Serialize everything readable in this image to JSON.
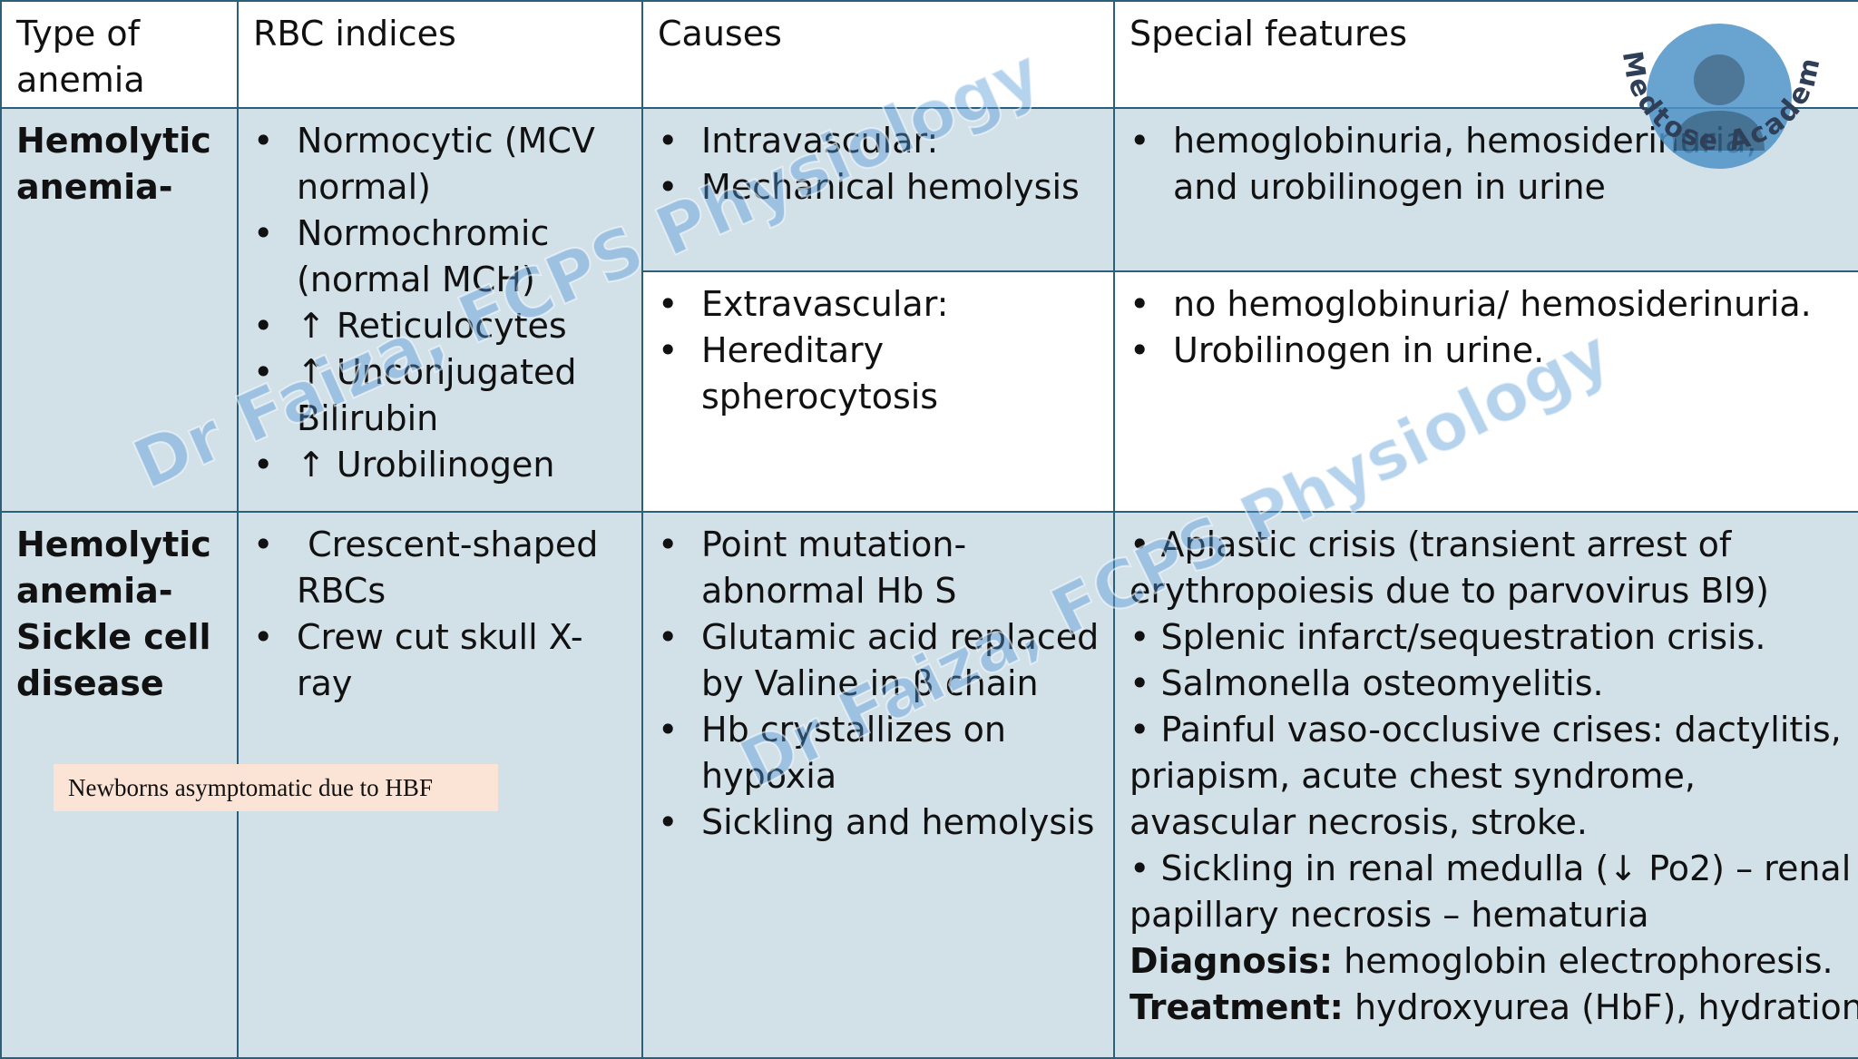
{
  "headers": [
    "Type of anemia",
    "RBC indices",
    "Causes",
    "Special features"
  ],
  "rows": {
    "hemolytic": {
      "type": "Hemolytic anemia-",
      "rbc_indices": [
        "Normocytic (MCV normal)",
        "Normochromic (normal MCH)",
        "↑ Reticulocytes",
        "↑ Unconjugated Bilirubin",
        "↑ Urobilinogen"
      ],
      "intravascular": {
        "causes": [
          "Intravascular:",
          "Mechanical hemolysis"
        ],
        "features": [
          "hemoglobinuria, hemosiderinuria, and urobilinogen in urine"
        ]
      },
      "extravascular": {
        "causes": [
          "Extravascular:",
          "Hereditary spherocytosis"
        ],
        "features": [
          "no hemoglobinuria/ hemosiderinuria.",
          "Urobilinogen in urine."
        ]
      }
    },
    "sickle": {
      "type": "Hemolytic anemia- Sickle cell disease",
      "rbc_indices": [
        " Crescent-shaped RBCs",
        "Crew cut skull X-ray"
      ],
      "causes": [
        "Point mutation- abnormal Hb S",
        "Glutamic acid replaced by Valine in β chain",
        "Hb crystallizes on hypoxia",
        "Sickling and hemolysis"
      ],
      "features": {
        "line1": "•  Aplastic crisis (transient arrest of",
        "line2": "erythropoiesis due to parvovirus Bl9)",
        "line3": "•  Splenic infarct/sequestration crisis.",
        "line4": "• Salmonella osteomyelitis.",
        "line5": "• Painful vaso-occlusive crises: dactylitis,",
        "line6": "priapism, acute chest syndrome,",
        "line7": "avascular necrosis, stroke.",
        "line8": "• Sickling in renal medulla (↓ Po2) – renal",
        "line9": "papillary necrosis – hematuria",
        "diagnosis_label": "Diagnosis:",
        "diagnosis_text": " hemoglobin electrophoresis.",
        "treatment_label": "Treatment:",
        "treatment_text": " hydroxyurea (HbF), hydration"
      }
    }
  },
  "note": "Newborns asymptomatic due to HBF",
  "watermark": "Dr Faiza, FCPS Physiology",
  "logo_text": "Medtose Academics"
}
